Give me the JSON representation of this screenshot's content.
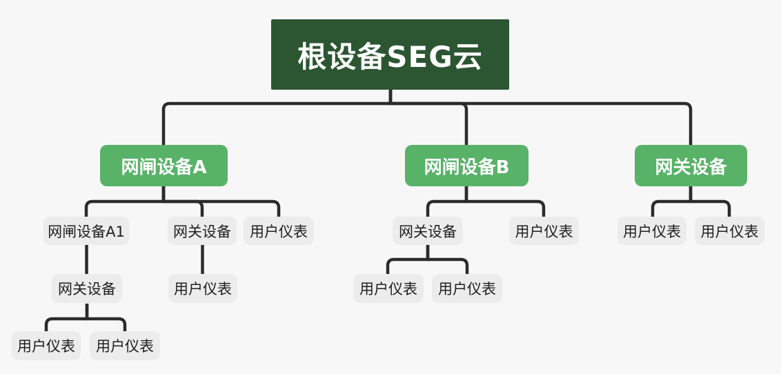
{
  "canvas": {
    "background": "#f7f7f8"
  },
  "colors": {
    "root_node_fill": "#2c5532",
    "root_node_text": "#ffffff",
    "branch_node_fill": "#58b268",
    "branch_node_text": "#ffffff",
    "leaf_node_fill": "#ececec",
    "leaf_node_text": "#1f1f1f",
    "connector_line": "#2b2b2b"
  },
  "tree": {
    "label": "根设备SEG云",
    "children": [
      {
        "label": "网闸设备A",
        "children": [
          {
            "label": "网闸设备A1",
            "children": [
              {
                "label": "网关设备",
                "children": [
                  {
                    "label": "用户仪表"
                  },
                  {
                    "label": "用户仪表"
                  }
                ]
              }
            ]
          },
          {
            "label": "网关设备",
            "children": [
              {
                "label": "用户仪表"
              }
            ]
          },
          {
            "label": "用户仪表"
          }
        ]
      },
      {
        "label": "网闸设备B",
        "children": [
          {
            "label": "网关设备",
            "children": [
              {
                "label": "用户仪表"
              },
              {
                "label": "用户仪表"
              }
            ]
          },
          {
            "label": "用户仪表"
          }
        ]
      },
      {
        "label": "网关设备",
        "children": [
          {
            "label": "用户仪表"
          },
          {
            "label": "用户仪表"
          }
        ]
      }
    ]
  }
}
